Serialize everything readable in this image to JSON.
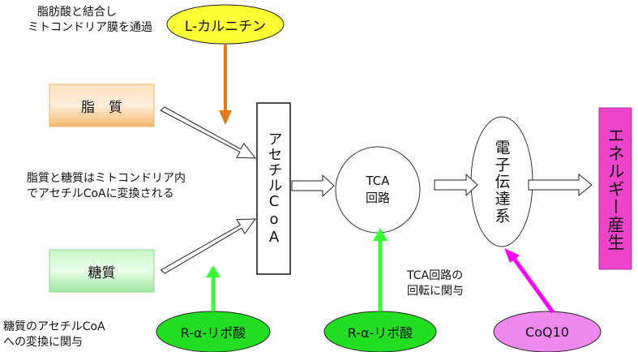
{
  "notes": {
    "carnitine_note": [
      "脂肪酸と結合し",
      "ミトコンドリア膜を通過"
    ],
    "mito_note": [
      "脂質と糖質はミトコンドリア内",
      "でアセチルCoAに変換される"
    ],
    "tca_note": [
      "TCA回路の",
      "回転に関与"
    ],
    "sugar_note": [
      "糖質のアセチルCoA",
      "への変換に関与"
    ]
  },
  "nodes": {
    "carnitine": "L-カルニチン",
    "lipid": "脂　質",
    "sugar": "糖質",
    "acetyl_coa": "アセチルCoA",
    "tca": [
      "TCA",
      "回路"
    ],
    "electron": "電子伝達系",
    "energy": "エネルギー産生",
    "ala1": "R-α-リポ酸",
    "ala2": "R-α-リポ酸",
    "coq10": "CoQ10"
  },
  "colors": {
    "carnitine_fill": "#ffff33",
    "orange_arrow": "#e07a1a",
    "green_fill": "#22dd22",
    "green_arrow": "#33ff33",
    "pink_fill": "#ee88ee",
    "magenta_arrow": "#ff00ff",
    "energy_fill": "#ee44cc"
  }
}
